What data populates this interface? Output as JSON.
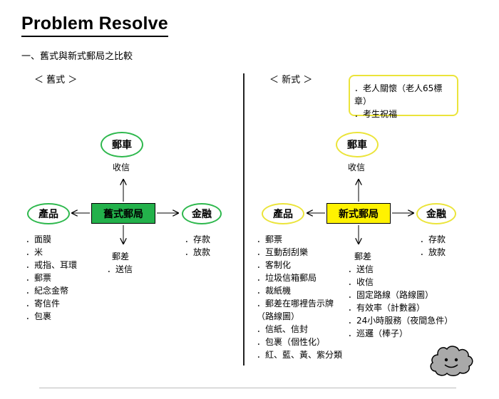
{
  "title": "Problem Resolve",
  "subtitle": "一、舊式與新式郵局之比較",
  "old": {
    "heading": "＜ 舊式 ＞",
    "center": "舊式郵局",
    "top_node": "郵車",
    "top_label": "收信",
    "left_node": "產品",
    "right_node": "金融",
    "bottom_label": "郵差",
    "bottom_items": [
      "．送信"
    ],
    "left_items": [
      "．面膜",
      "．米",
      "．戒指、耳環",
      "．郵票",
      "．紀念金幣",
      "．寄信件",
      "．包裹"
    ],
    "right_items": [
      "．存款",
      "．放款"
    ],
    "accent": "#23b14b"
  },
  "new": {
    "heading": "＜ 新式 ＞",
    "center": "新式郵局",
    "top_node": "郵車",
    "top_label": "收信",
    "left_node": "產品",
    "right_node": "金融",
    "bottom_label": "郵差",
    "bottom_items": [
      "．送信",
      "．收信",
      "．固定路線（路線圖）",
      "．有效率（計數器）",
      "．24小時服務（夜間急件）",
      "．巡邏（棒子）"
    ],
    "left_items": [
      "．郵票",
      "．互動刮刮樂",
      "．客制化",
      "．垃圾信箱郵局",
      "．裁紙機",
      "．郵差在哪裡告示牌",
      "（路線圖）",
      "．信紙、信封",
      "．包裹（個性化）",
      "．紅、藍、黃、紫分類"
    ],
    "right_items": [
      "．存款",
      "．放款"
    ],
    "callout": [
      "．老人關懷（老人65標章）",
      "．考生祝福"
    ],
    "accent": "#fff200"
  },
  "decoration": {
    "icon": "cloud-face-icon",
    "color": "#aaaaaa"
  }
}
